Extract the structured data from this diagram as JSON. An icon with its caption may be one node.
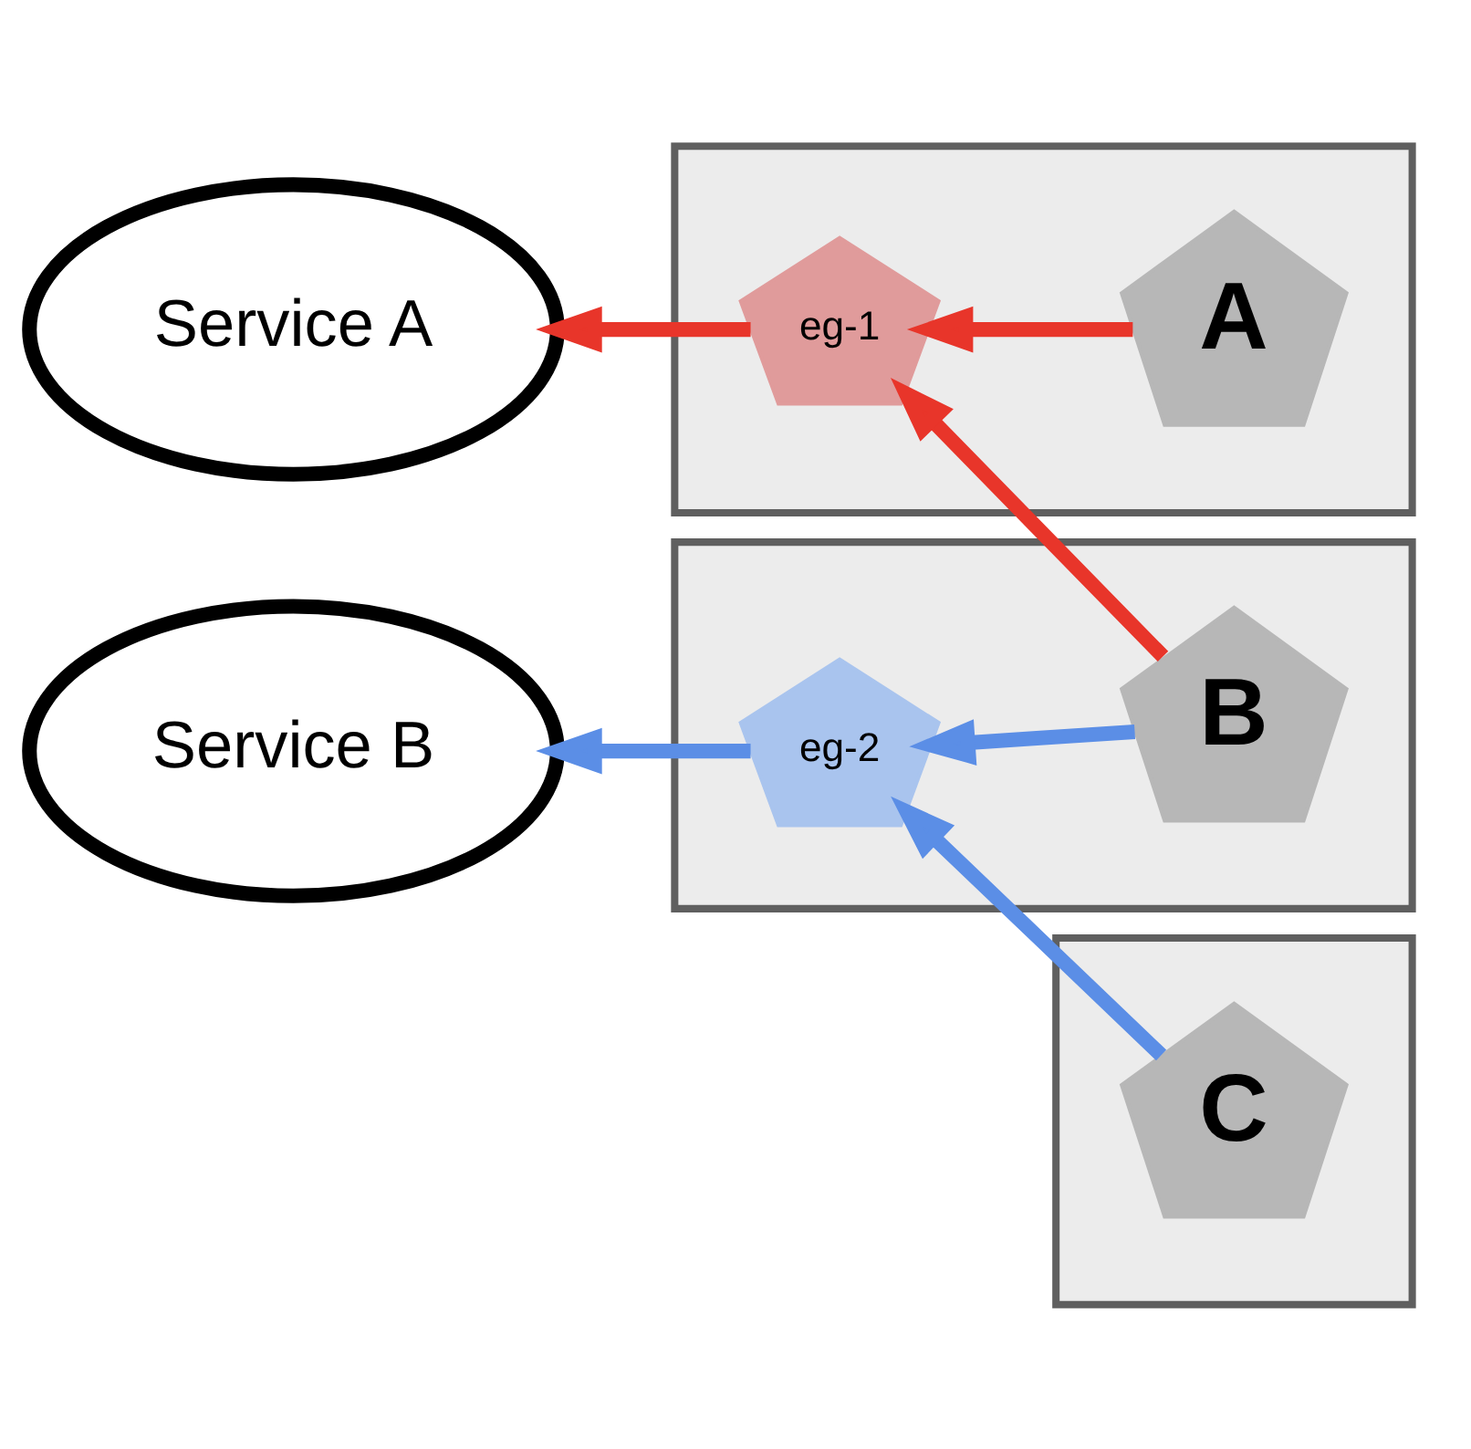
{
  "diagram": {
    "nodes": [
      {
        "text": [],
        "shape": "box"
      },
      {
        "text": [
          "eg-1"
        ],
        "in": 0
      },
      {
        "text": [
          "A"
        ],
        "in": 0
      },
      {
        "text": [
          "Service A"
        ]
      },
      {
        "text": [],
        "shape": "box"
      },
      {
        "text": [
          "eg-2"
        ],
        "in": 4
      },
      {
        "text": [
          "B"
        ],
        "in": 4
      },
      {
        "text": [],
        "shape": "box"
      },
      {
        "text": [
          "C"
        ],
        "in": 7
      },
      {
        "text": [
          "Service B"
        ]
      }
    ],
    "edges": [
      {
        "from": 1,
        "to": 3,
        "arrow": "to",
        "color": "#e8352a"
      },
      {
        "from": 2,
        "to": 1,
        "arrow": "to",
        "color": "#e8352a"
      },
      {
        "from": 6,
        "to": 1,
        "arrow": "to",
        "color": "#e8352a"
      },
      {
        "from": 6,
        "to": 5,
        "arrow": "to",
        "color": "#5b8ee6"
      },
      {
        "from": 8,
        "to": 5,
        "arrow": "to",
        "color": "#5b8ee6"
      },
      {
        "from": 5,
        "to": 9,
        "arrow": "to",
        "color": "#5b8ee6"
      }
    ]
  }
}
